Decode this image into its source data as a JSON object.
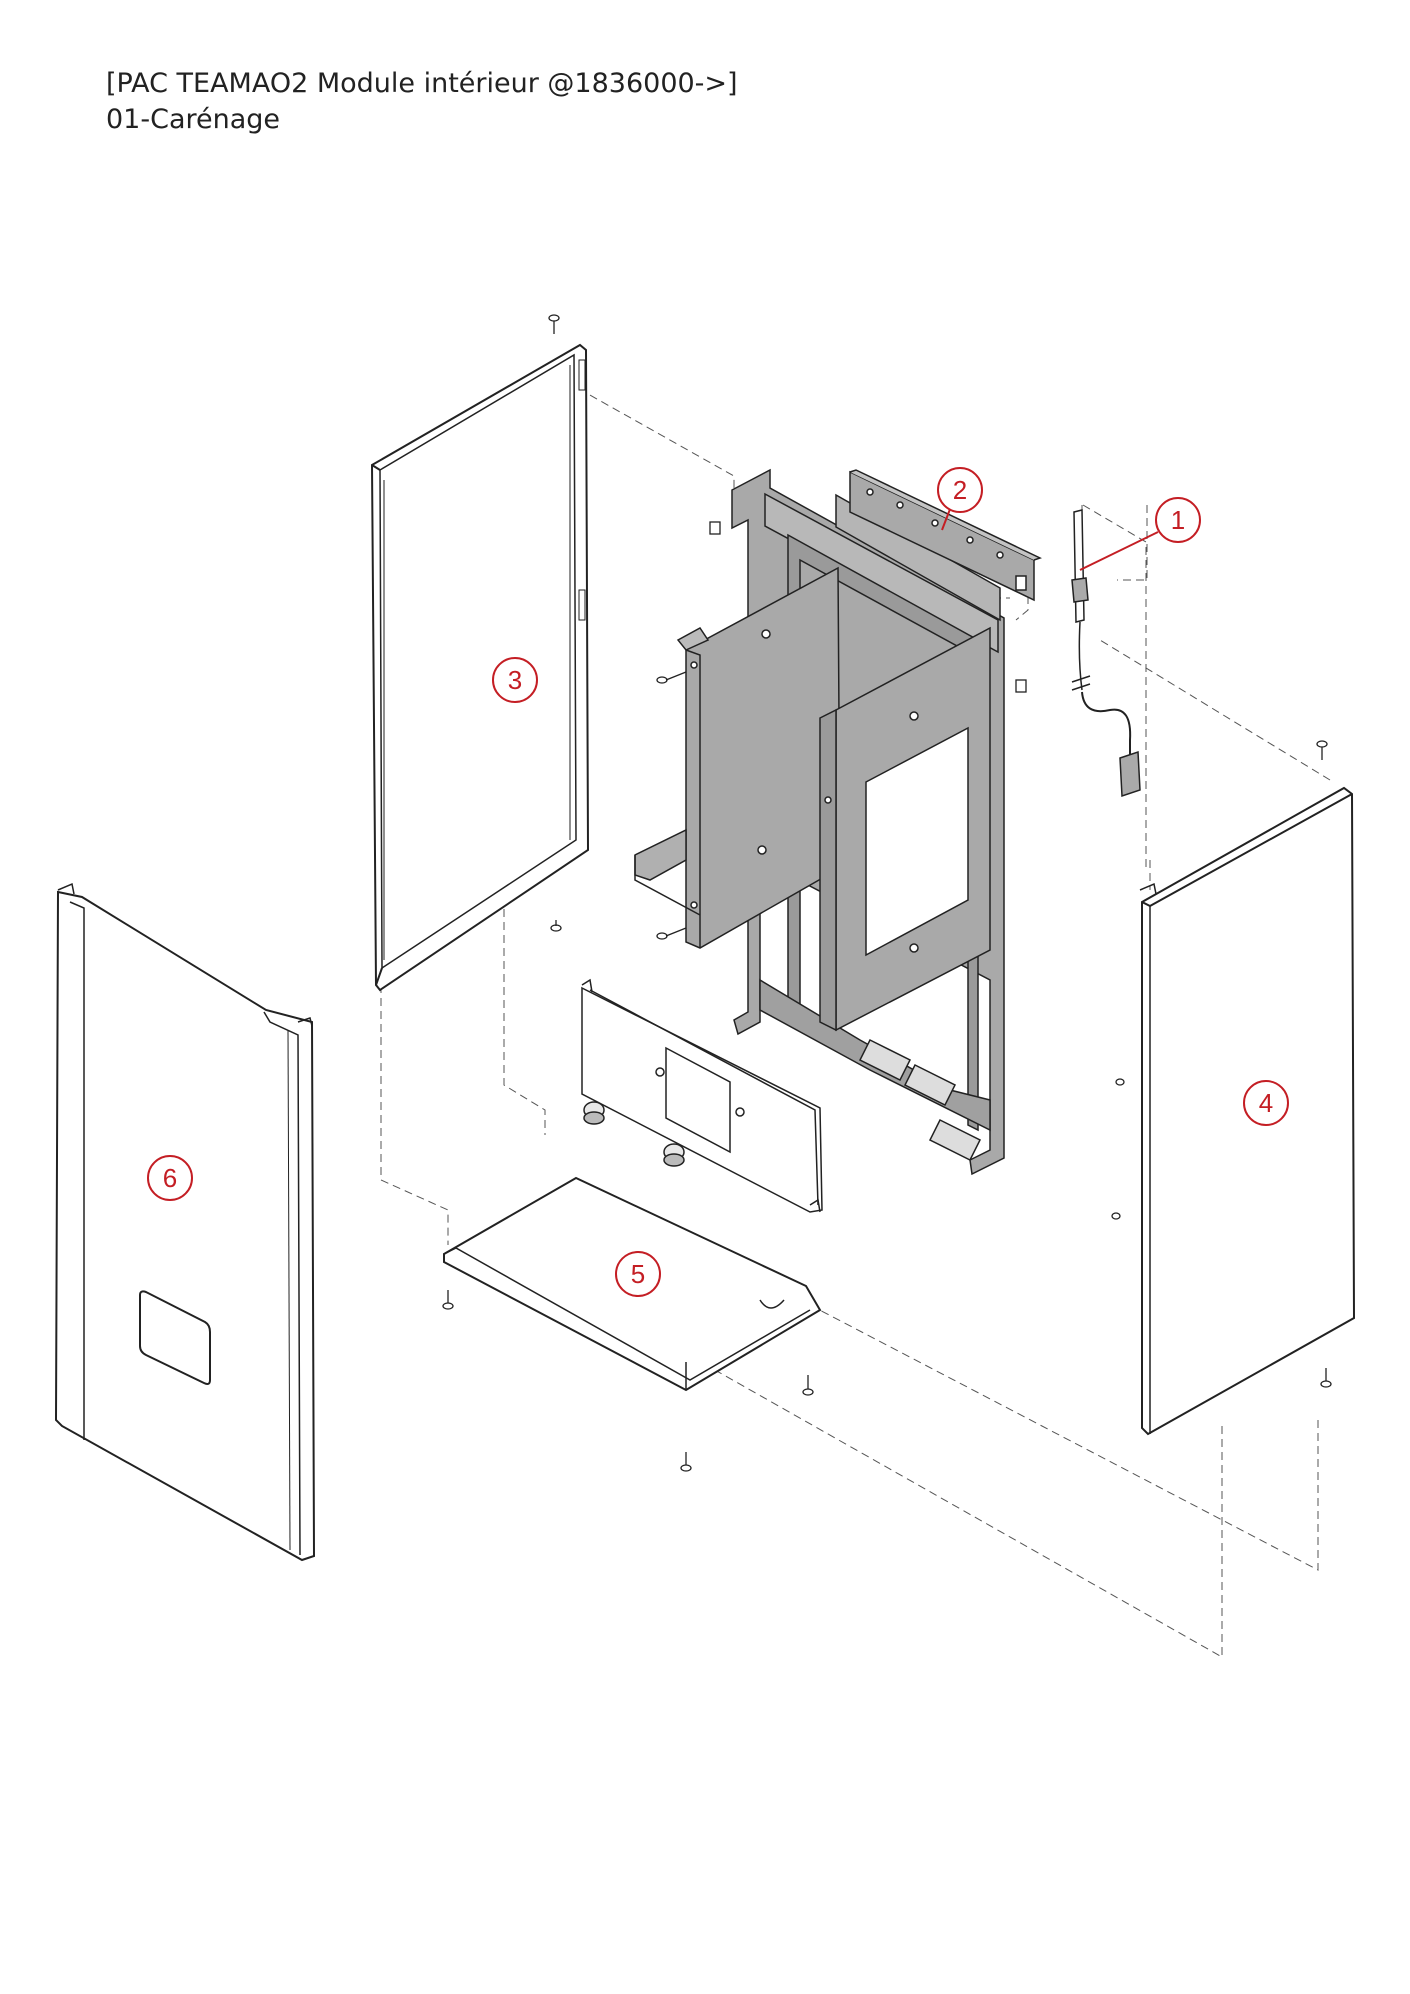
{
  "header": {
    "line1": "[PAC TEAMAO2 Module intérieur @1836000->]",
    "line2": "01-Carénage"
  },
  "callouts": [
    {
      "id": "1",
      "label": "1"
    },
    {
      "id": "2",
      "label": "2"
    },
    {
      "id": "3",
      "label": "3"
    },
    {
      "id": "4",
      "label": "4"
    },
    {
      "id": "5",
      "label": "5"
    },
    {
      "id": "6",
      "label": "6"
    }
  ],
  "colors": {
    "callout": "#c41e24",
    "line": "#333333",
    "frame_fill": "#a9a9a9",
    "panel_fill": "#ffffff"
  }
}
